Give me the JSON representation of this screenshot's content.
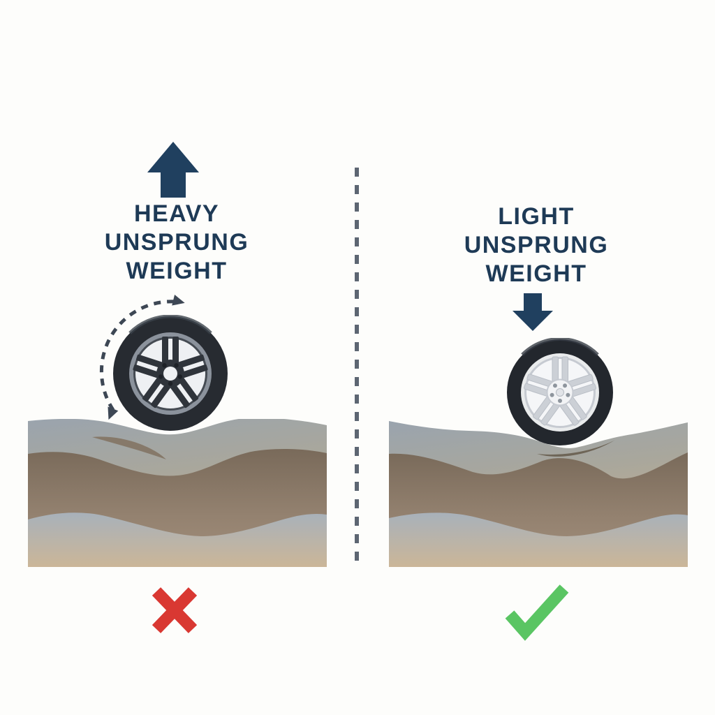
{
  "panels": {
    "left": {
      "title_lines": [
        "HEAVY",
        "UNSPRUNG",
        "WEIGHT"
      ],
      "icons": {
        "weight_arrow": "arrow-up",
        "motion": "dashed-rotation-arc",
        "wheel": "dark-spoke-alloy-wheel",
        "verdict": "cross-mark"
      }
    },
    "right": {
      "title_lines": [
        "LIGHT",
        "UNSPRUNG",
        "WEIGHT"
      ],
      "icons": {
        "weight_arrow": "arrow-down",
        "wheel": "silver-spoke-alloy-wheel",
        "verdict": "check-mark"
      }
    }
  },
  "divider": {
    "style": "vertical-dashed-line"
  },
  "colors": {
    "background": "#fdfdfb",
    "title_text": "#1e3a56",
    "weight_arrow": "#20405f",
    "rotation_arc": "#3d4754",
    "divider": "#5d6672",
    "cross_red": "#d93832",
    "check_green": "#5ac563",
    "tire": "#272b31",
    "heavy_rim_spokes": "#2f343b",
    "light_rim_spokes": "#ccd0d6",
    "ground_top_band": "#9aa4ae",
    "ground_dark_band": "#7e6f5f",
    "ground_light_band": "#a8b1ba",
    "ground_sand": "#cbb698"
  }
}
